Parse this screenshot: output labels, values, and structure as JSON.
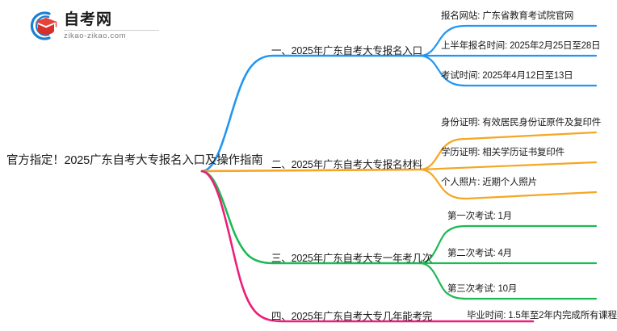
{
  "logo": {
    "title": "自考网",
    "subtitle": "zikao-zikao.com",
    "mark_name": "graduation-cap-logo",
    "colors": {
      "ring": "#1a7fd4",
      "cap": "#e8403a"
    }
  },
  "mindmap": {
    "root": {
      "label": "官方指定！2025广东自考大专报名入口及操作指南"
    },
    "branches": [
      {
        "label": "一、2025年广东自考大专报名入口",
        "color": "#2196f3",
        "children": [
          {
            "label": "报名网站: 广东省教育考试院官网"
          },
          {
            "label": "上半年报名时间: 2025年2月25日至28日"
          },
          {
            "label": "考试时间: 2025年4月12日至13日"
          }
        ]
      },
      {
        "label": "二、2025年广东自考大专报名材料",
        "color": "#f5a623",
        "children": [
          {
            "label": "身份证明: 有效居民身份证原件及复印件"
          },
          {
            "label": "学历证明: 相关学历证书复印件"
          },
          {
            "label": "个人照片: 近期个人照片"
          }
        ]
      },
      {
        "label": "三、2025年广东自考大专一年考几次",
        "color": "#1db954",
        "children": [
          {
            "label": "第一次考试: 1月"
          },
          {
            "label": "第二次考试: 4月"
          },
          {
            "label": "第三次考试: 10月"
          }
        ]
      },
      {
        "label": "四、2025年广东自考大专几年能考完",
        "color": "#ed1e79",
        "children": [
          {
            "label": "毕业时间: 1.5年至2年内完成所有课程"
          }
        ]
      }
    ]
  }
}
